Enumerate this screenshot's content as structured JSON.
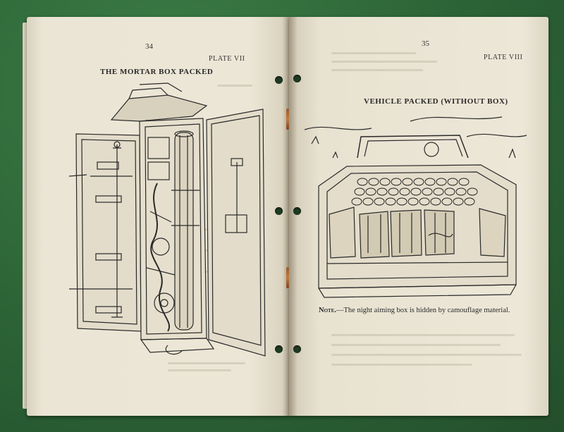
{
  "left_page": {
    "page_number": "34",
    "plate_label": "PLATE VII",
    "title": "THE MORTAR BOX PACKED"
  },
  "right_page": {
    "page_number": "35",
    "plate_label": "PLATE VIII",
    "title": "VEHICLE PACKED (WITHOUT BOX)",
    "note_lead": "Note.",
    "note_text": "—The night aiming box is hidden by camouflage material."
  },
  "colors": {
    "felt": "#2f6b3a",
    "paper": "#ebe5d5",
    "ink": "#2a2a2a",
    "staple": "#c27b3e"
  },
  "icons": [
    "mortar-box-illustration",
    "vehicle-illustration"
  ]
}
